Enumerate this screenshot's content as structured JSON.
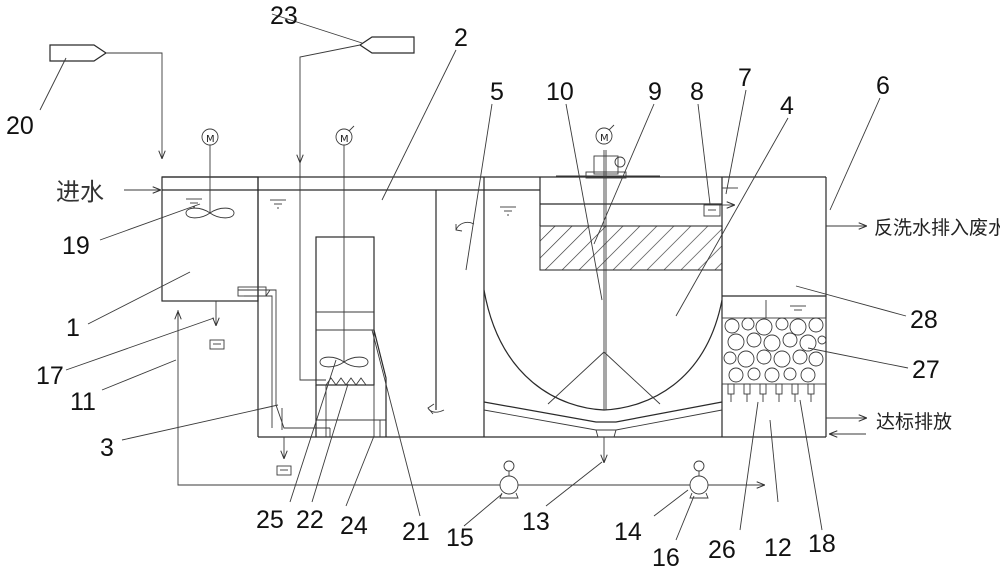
{
  "labels": {
    "inlet_water": "进水",
    "backwash_drain": "反洗水排入废水池",
    "standard_discharge": "达标排放",
    "motor_symbol": "M"
  },
  "numbers": {
    "n1": "1",
    "n2": "2",
    "n3": "3",
    "n4": "4",
    "n5": "5",
    "n6": "6",
    "n7": "7",
    "n8": "8",
    "n9": "9",
    "n10": "10",
    "n11": "11",
    "n12": "12",
    "n13": "13",
    "n14": "14",
    "n15": "15",
    "n16": "16",
    "n17": "17",
    "n18": "18",
    "n19": "19",
    "n20": "20",
    "n21": "21",
    "n22": "22",
    "n23": "23",
    "n24": "24",
    "n25": "25",
    "n26": "26",
    "n27": "27",
    "n28": "28"
  }
}
